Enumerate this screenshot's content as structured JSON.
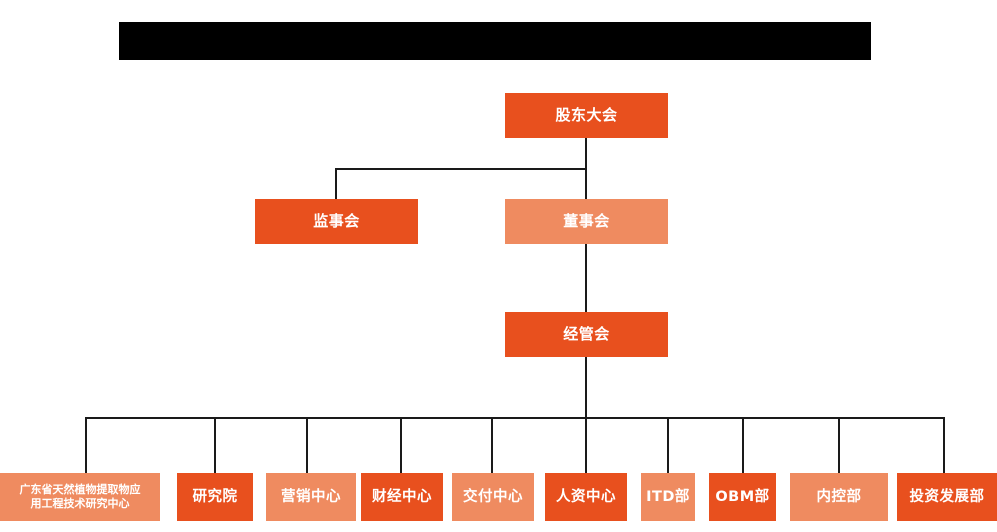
{
  "chart_data": {
    "type": "diagram",
    "title": "",
    "diagram_kind": "organization-chart",
    "orientation": "top-down",
    "colors": {
      "primary": "#E8501E",
      "secondary": "#EF8B60",
      "connector": "#1a1a1a",
      "background": "#ffffff",
      "redaction": "#000000",
      "text": "#ffffff"
    },
    "levels": [
      {
        "level": 1,
        "nodes": [
          "股东大会"
        ]
      },
      {
        "level": 2,
        "nodes": [
          "监事会",
          "董事会"
        ]
      },
      {
        "level": 3,
        "nodes": [
          "经管会"
        ]
      },
      {
        "level": 4,
        "nodes": [
          "广东省天然植物提取物应用工程技术研究中心",
          "研究院",
          "营销中心",
          "财经中心",
          "交付中心",
          "人资中心",
          "ITD部",
          "OBM部",
          "内控部",
          "投资发展部"
        ]
      }
    ],
    "edges": [
      [
        "股东大会",
        "监事会"
      ],
      [
        "股东大会",
        "董事会"
      ],
      [
        "董事会",
        "经管会"
      ],
      [
        "经管会",
        "广东省天然植物提取物应用工程技术研究中心"
      ],
      [
        "经管会",
        "研究院"
      ],
      [
        "经管会",
        "营销中心"
      ],
      [
        "经管会",
        "财经中心"
      ],
      [
        "经管会",
        "交付中心"
      ],
      [
        "经管会",
        "人资中心"
      ],
      [
        "经管会",
        "ITD部"
      ],
      [
        "经管会",
        "OBM部"
      ],
      [
        "经管会",
        "内控部"
      ],
      [
        "经管会",
        "投资发展部"
      ]
    ]
  },
  "header": {
    "redacted_bar_label": ""
  },
  "nodes": {
    "shareholders_meeting": "股东大会",
    "board_of_supervisors": "监事会",
    "board_of_directors": "董事会",
    "management_committee": "经管会",
    "departments": [
      {
        "label_line1": "广东省天然植物提取物应",
        "label_line2": "用工程技术研究中心"
      },
      {
        "label": "研究院"
      },
      {
        "label": "营销中心"
      },
      {
        "label": "财经中心"
      },
      {
        "label": "交付中心"
      },
      {
        "label": "人资中心"
      },
      {
        "label": "ITD部"
      },
      {
        "label": "OBM部"
      },
      {
        "label": "内控部"
      },
      {
        "label": "投资发展部"
      }
    ]
  }
}
